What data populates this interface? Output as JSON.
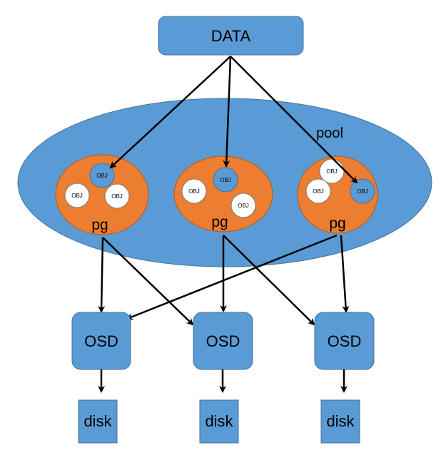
{
  "data_label": "DATA",
  "pool_label": "pool",
  "pg_label": "pg",
  "obj_label": "OBJ",
  "osd_label": "OSD",
  "disk_label": "disk",
  "colors": {
    "blue": "#5b9bd5",
    "blue_border": "#41719c",
    "orange": "#ed7d31",
    "orange_border": "#ae5a21",
    "white": "#ffffff",
    "arrow": "#000000"
  },
  "pgs": [
    {
      "objects": [
        "OBJ",
        "OBJ",
        "OBJ"
      ],
      "highlighted": "OBJ"
    },
    {
      "objects": [
        "OBJ",
        "OBJ",
        "OBJ"
      ],
      "highlighted": "OBJ"
    },
    {
      "objects": [
        "OBJ",
        "OBJ",
        "OBJ"
      ],
      "highlighted": "OBJ"
    }
  ],
  "osds": [
    "OSD",
    "OSD",
    "OSD"
  ],
  "disks": [
    "disk",
    "disk",
    "disk"
  ]
}
